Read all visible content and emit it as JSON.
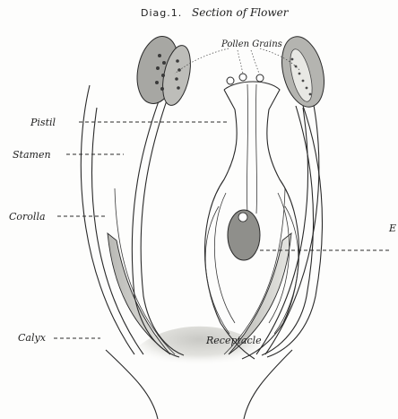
{
  "title": {
    "prefix": "Diag.1.",
    "text": "Section of Flower"
  },
  "labels": {
    "pollen_grains": "Pollen Grains",
    "pistil": "Pistil",
    "stamen": "Stamen",
    "corolla": "Corolla",
    "calyx": "Calyx",
    "receptacle": "Receptacle",
    "egg": "E"
  },
  "colors": {
    "ink": "#2a2a2a",
    "tissue_shade": "#9a9a96",
    "ovule": "#8f8f8b",
    "paper": "#fdfdfc"
  }
}
